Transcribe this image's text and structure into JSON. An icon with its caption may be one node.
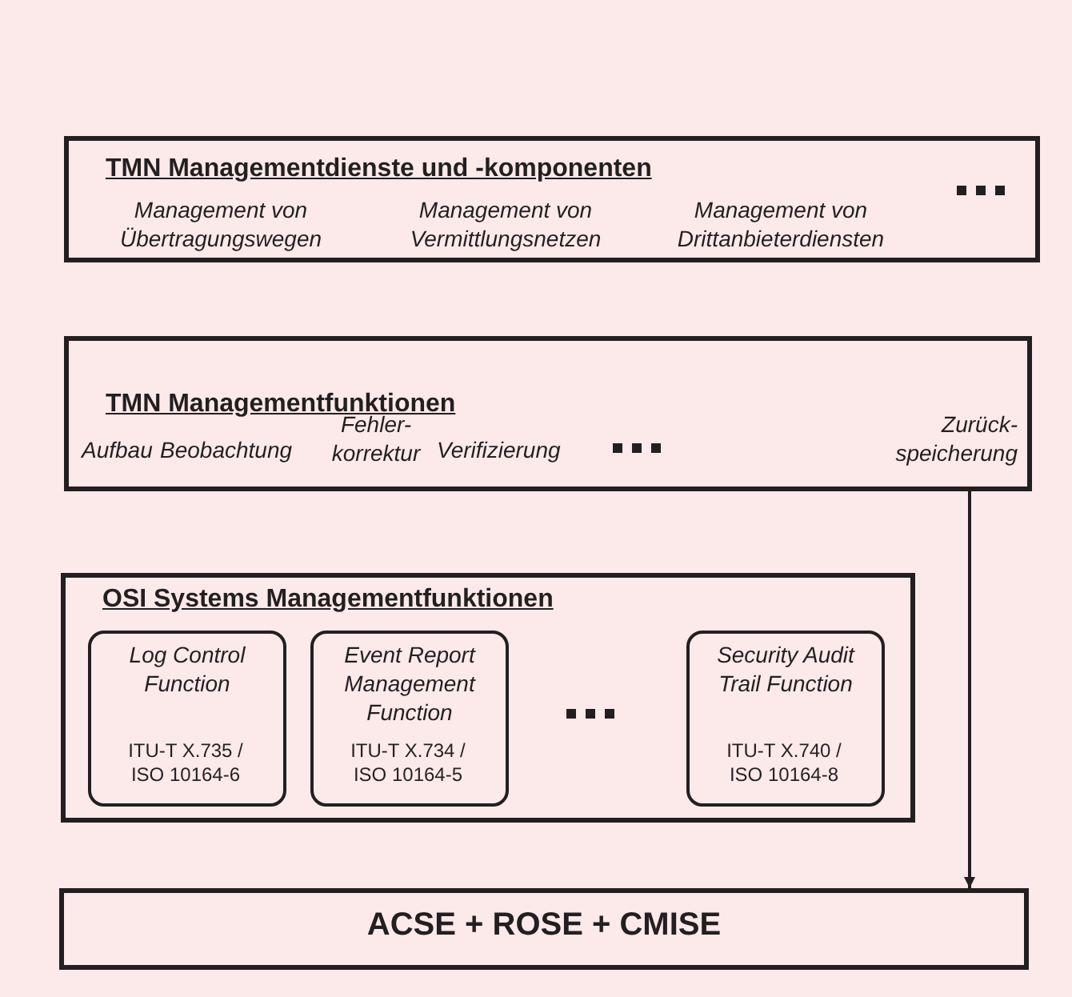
{
  "diagram": {
    "nodes": [
      {
        "text": [
          "TMN Managementdienste und -komponenten",
          "Management von Übertragungswegen",
          "Management von Vermittlungsnetzen",
          "Management von Drittanbieterdiensten"
        ]
      },
      {
        "text": [
          "TMN Managementfunktionen",
          "Aufbau",
          "Beobachtung",
          "Fehler- korrektur",
          "Verifizierung",
          "Zurück- speicherung"
        ]
      },
      {
        "text": [
          "OSI Systems Managementfunktionen"
        ]
      },
      {
        "text": [
          "Log Control Function",
          "ITU-T X.735 / ISO 10164-6"
        ],
        "in": 2
      },
      {
        "text": [
          "Event Report Management Function",
          "ITU-T X.734 / ISO 10164-5"
        ],
        "in": 2
      },
      {
        "text": [
          "Security Audit Trail Function",
          "ITU-T X.740 / ISO 10164-8"
        ],
        "in": 2
      },
      {
        "text": [
          "ACSE + ROSE + CMISE"
        ]
      }
    ],
    "edges": [
      {
        "from": 1,
        "to": 6,
        "arrow": "to"
      }
    ]
  }
}
